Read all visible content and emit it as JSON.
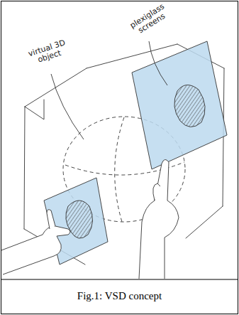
{
  "diagram": {
    "caption": "Fig.1: VSD concept",
    "labels": [
      "virtual 3D object",
      "plexiglass screens"
    ]
  }
}
